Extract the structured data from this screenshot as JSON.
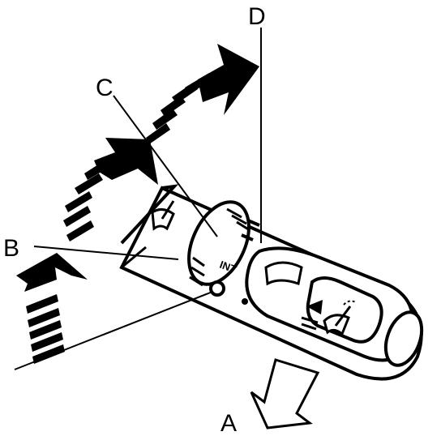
{
  "diagram": {
    "labels": {
      "a": "A",
      "b": "B",
      "c": "C",
      "d": "D",
      "intermittent": "INT"
    },
    "colors": {
      "ink": "#000000",
      "paper": "#ffffff"
    },
    "icons": {
      "rear_wiper_symbol": "rear-wiper-icon",
      "washer_wiper_button": "washer-wiper-icon"
    }
  }
}
